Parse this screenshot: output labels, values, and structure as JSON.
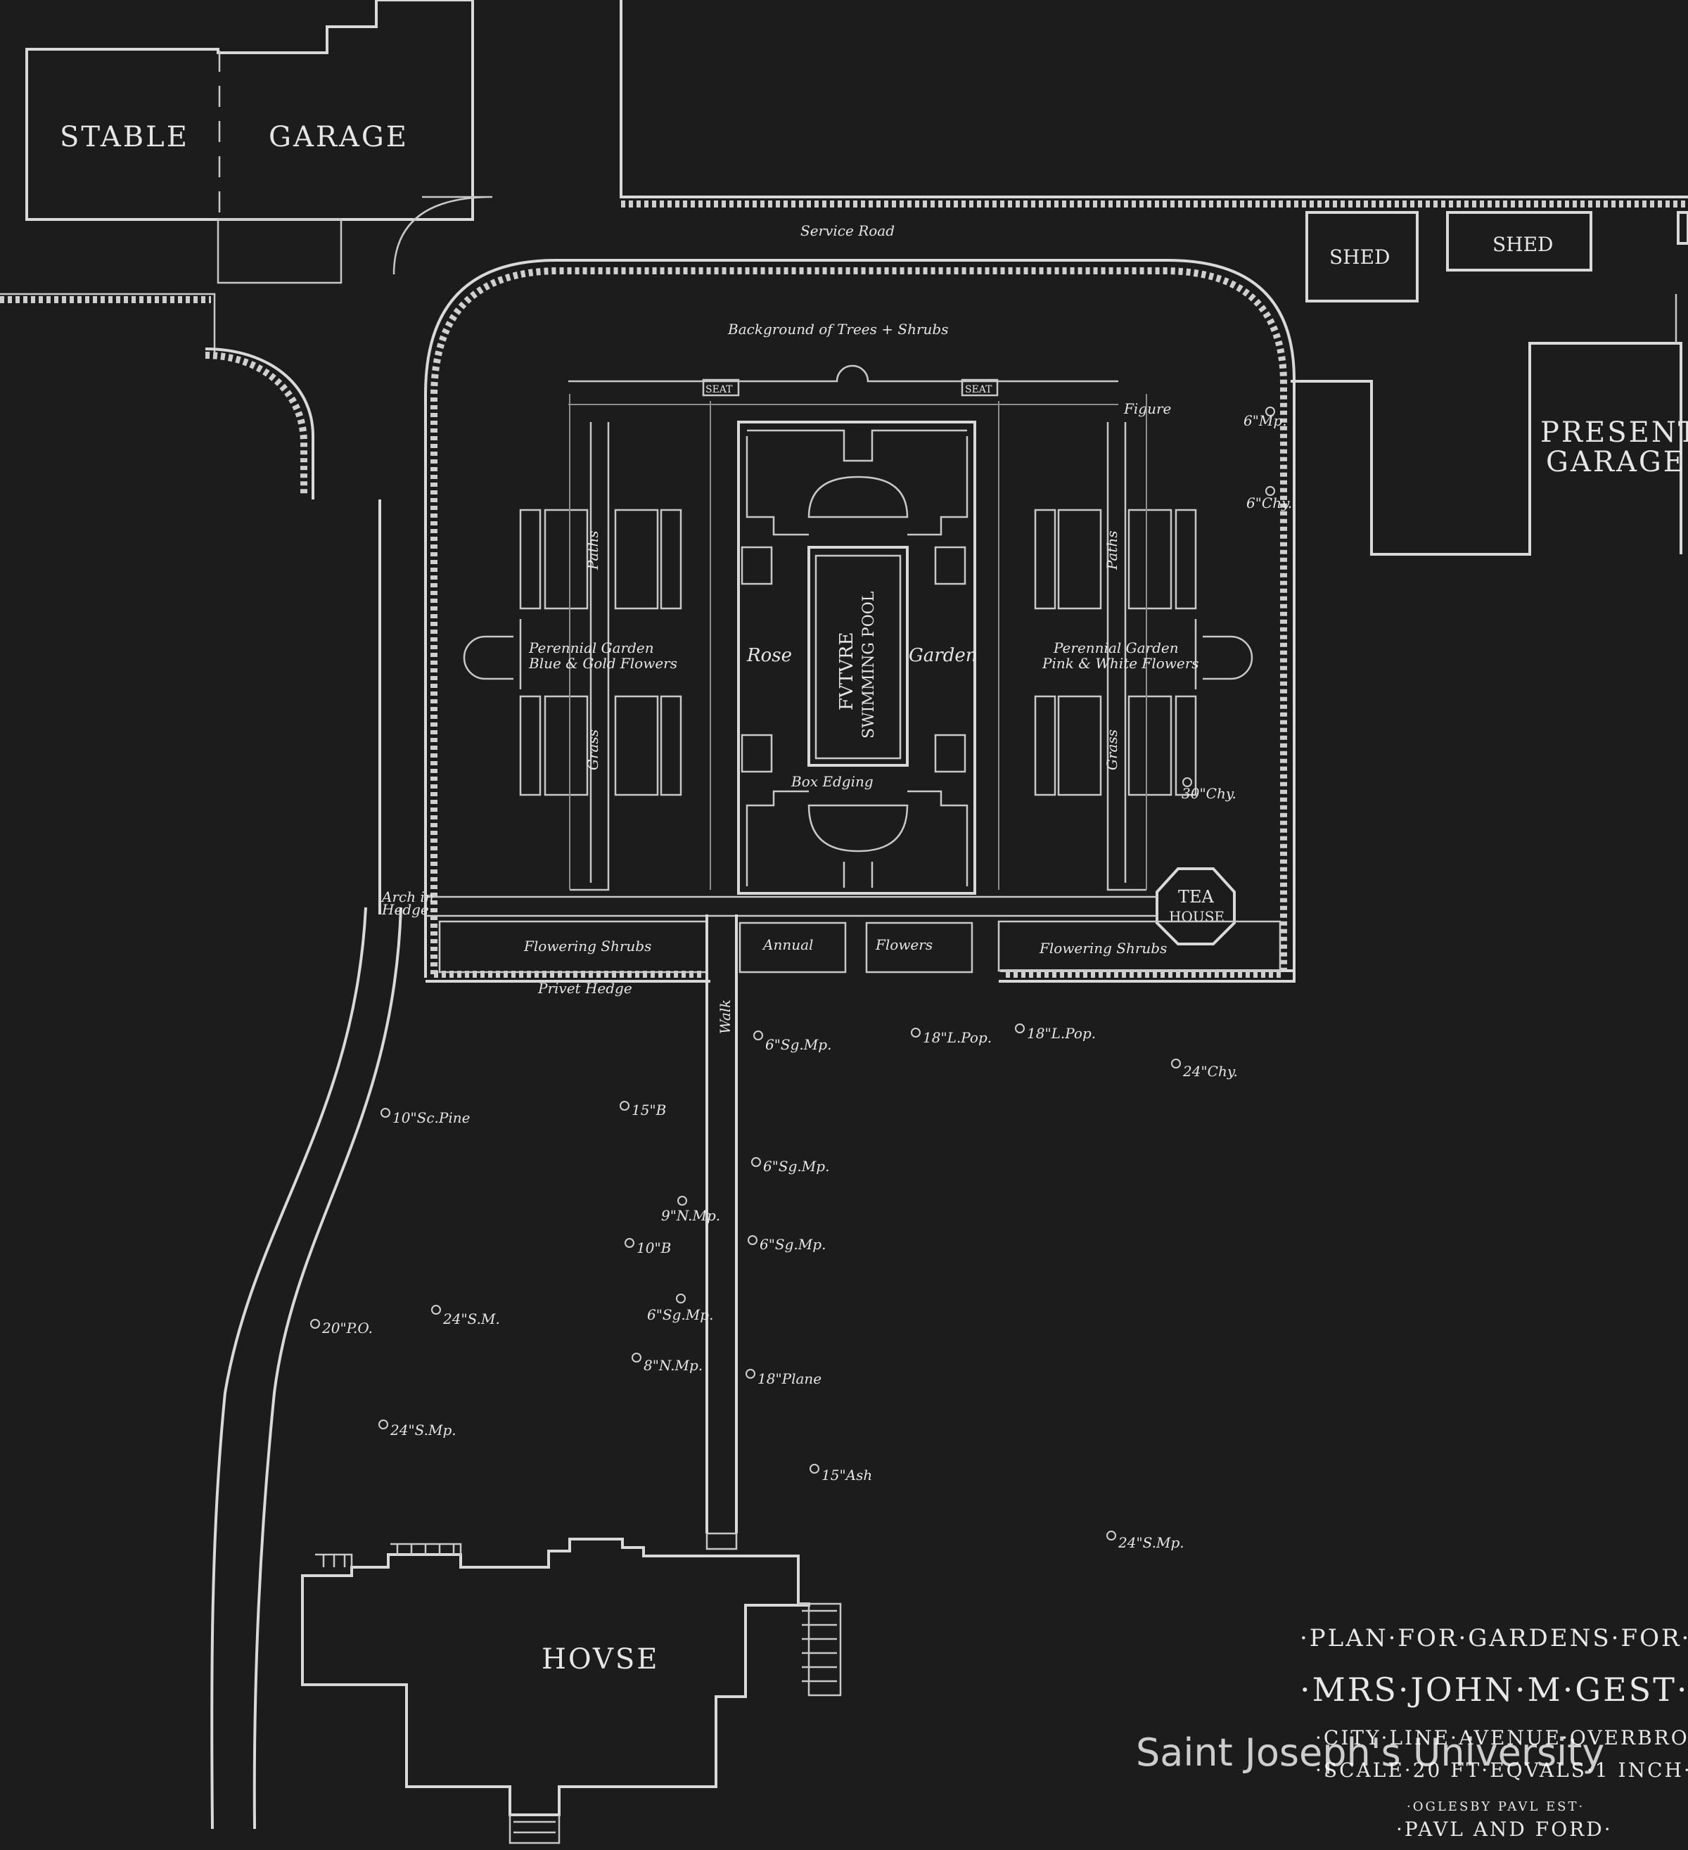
{
  "buildings": {
    "stable": "STABLE",
    "garage": "GARAGE",
    "shed_1": "SHED",
    "shed_2": "SHED",
    "present_garage_1": "PRESENT",
    "present_garage_2": "GARAGE",
    "house": "HOVSE",
    "tea_house_1": "TEA",
    "tea_house_2": "HOUSE"
  },
  "garden": {
    "service_road": "Service Road",
    "background": "Background of Trees + Shrubs",
    "seat_left": "SEAT",
    "seat_right": "SEAT",
    "figure": "Figure",
    "perennial_left_1": "Perennial Garden",
    "perennial_left_2": "Blue & Gold Flowers",
    "perennial_right_1": "Perennial Garden",
    "perennial_right_2": "Pink & White Flowers",
    "rose": "Rose",
    "garden_word": "Garden",
    "pool_1": "FVTVRE",
    "pool_2": "SWIMMING POOL",
    "paths_left": "Paths",
    "paths_right": "Paths",
    "grass_left": "Grass",
    "grass_right": "Grass",
    "box_edging": "Box Edging",
    "flowering_left": "Flowering Shrubs",
    "flowering_right": "Flowering Shrubs",
    "annual": "Annual",
    "flowers": "Flowers",
    "privet": "Privet Hedge",
    "arch_1": "Arch in",
    "arch_2": "Hedge",
    "walk": "Walk"
  },
  "trees": [
    {
      "label": "6\"Mp."
    },
    {
      "label": "6\"Chy."
    },
    {
      "label": "30\"Chy."
    },
    {
      "label": "6\"Sg.Mp."
    },
    {
      "label": "18\"L.Pop."
    },
    {
      "label": "18\"L.Pop."
    },
    {
      "label": "24\"Chy."
    },
    {
      "label": "10\"Sc.Pine"
    },
    {
      "label": "15\"B"
    },
    {
      "label": "6\"Sg.Mp."
    },
    {
      "label": "9\"N.Mp."
    },
    {
      "label": "10\"B"
    },
    {
      "label": "6\"Sg.Mp."
    },
    {
      "label": "20\"P.O."
    },
    {
      "label": "24\"S.M."
    },
    {
      "label": "6\"Sg.Mp."
    },
    {
      "label": "8\"N.Mp."
    },
    {
      "label": "18\"Plane"
    },
    {
      "label": "24\"S.Mp."
    },
    {
      "label": "15\"Ash"
    },
    {
      "label": "24\"S.Mp."
    }
  ],
  "title_block": {
    "line1": "·PLAN·FOR·GARDENS·FOR·",
    "line2": "·MRS·JOHN·M·GEST·",
    "line3": "·CITY·LINE·AVENUE·OVERBROO",
    "line4": "·SCALE·20 FT·EQVALS·1 INCH·",
    "line5": "·OGLESBY PAVL EST·",
    "line6": "·PAVL AND FORD·"
  },
  "watermark": "Saint Joseph's University"
}
